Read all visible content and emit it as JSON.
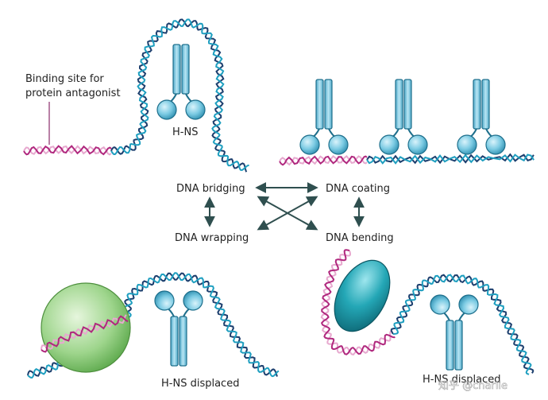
{
  "labels": {
    "binding_site_line1": "Binding site for",
    "binding_site_line2": "protein antagonist",
    "hns_top": "H-NS",
    "dna_bridging": "DNA bridging",
    "dna_coating": "DNA coating",
    "dna_wrapping": "DNA wrapping",
    "dna_bending": "DNA bending",
    "hns_displaced_left": "H-NS displaced",
    "hns_displaced_right": "H-NS displaced",
    "watermark": "知乎 @charlie"
  },
  "colors": {
    "dna_blue": "#1f9fc0",
    "dna_navy": "#1c3f6e",
    "dna_magenta": "#b0287e",
    "dna_pink": "#e7a9cf",
    "hns_fill": "#7ecbe3",
    "hns_stroke": "#1e6f8c",
    "wrap_protein": "#8fcf7f",
    "bend_protein": "#1aa3b3",
    "arrow": "#2f4f4f"
  },
  "icons": {
    "hns": "hns-protein-icon",
    "wrap": "wrapping-protein-icon",
    "bend": "bending-protein-icon"
  }
}
